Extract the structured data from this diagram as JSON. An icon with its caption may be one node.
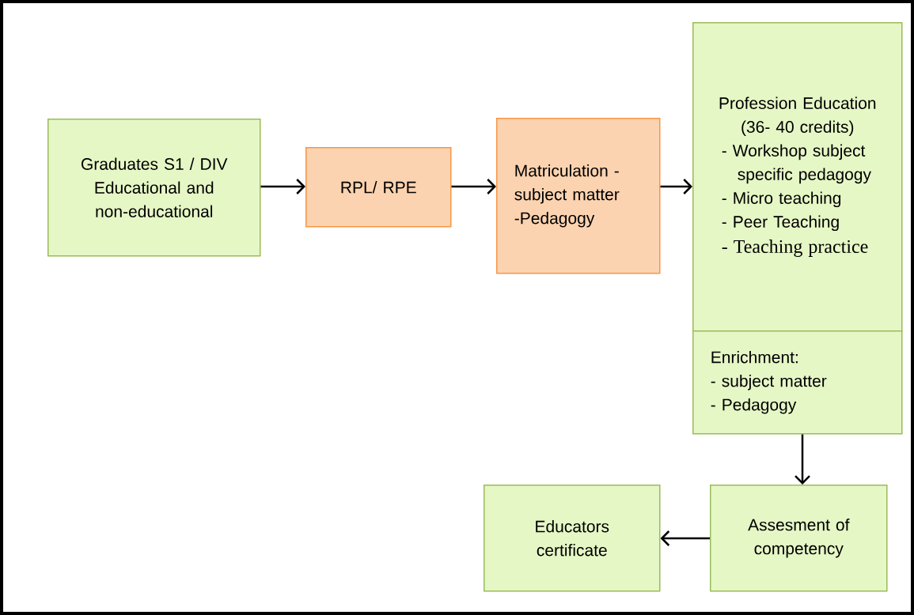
{
  "diagram": {
    "nodes": [
      {
        "text": [
          "Graduates S1 / DIV Educational and non-educational"
        ]
      },
      {
        "text": [
          "RPL/ RPE"
        ]
      },
      {
        "text": [
          "Matriculation - subject matter -Pedagogy"
        ]
      },
      {
        "text": [
          "Profession Education (36- 40 credits)",
          "- Workshop subject specific pedagogy",
          "- Micro teaching",
          "- Peer Teaching",
          "- Teaching practice"
        ]
      },
      {
        "text": [
          "Enrichment:",
          "- subject matter",
          "- Pedagogy"
        ]
      },
      {
        "text": [
          "Assesment of competency"
        ]
      },
      {
        "text": [
          "Educators certificate"
        ]
      }
    ],
    "edges": [
      {
        "from": 0,
        "to": 1,
        "arrow": "to"
      },
      {
        "from": 1,
        "to": 2,
        "arrow": "to"
      },
      {
        "from": 2,
        "to": 3,
        "arrow": "to"
      },
      {
        "from": 4,
        "to": 5,
        "arrow": "to"
      },
      {
        "from": 5,
        "to": 6,
        "arrow": "to"
      }
    ]
  }
}
